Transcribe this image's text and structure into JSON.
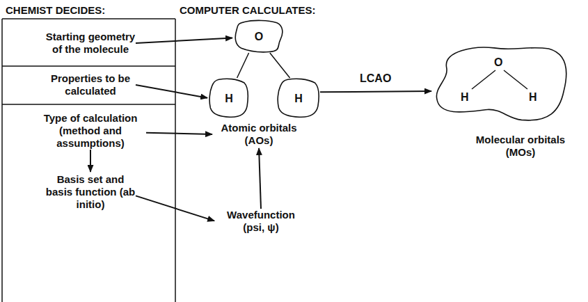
{
  "diagram": {
    "nodes": [
      {
        "text": [
          "Starting geometry of the molecule"
        ]
      },
      {
        "text": [
          "Properties to be calculated"
        ]
      },
      {
        "text": [
          "Type of calculation (method and assumptions)"
        ]
      },
      {
        "text": [
          "Basis set and basis function (ab initio)"
        ]
      },
      {
        "text": [
          "O"
        ]
      },
      {
        "text": [
          "H"
        ]
      },
      {
        "text": [
          "H"
        ]
      },
      {
        "text": [
          "Atomic orbitals (AOs)"
        ]
      },
      {
        "text": [
          "Wavefunction (psi, ψ)"
        ]
      },
      {
        "text": [
          "O",
          "H",
          "H"
        ]
      },
      {
        "text": [
          "Molecular orbitals (MOs)"
        ]
      }
    ],
    "edges": [
      {
        "from": 0,
        "to": 4,
        "arrow": "to"
      },
      {
        "from": 1,
        "to": 5,
        "arrow": "to"
      },
      {
        "from": 2,
        "to": 7,
        "arrow": "to"
      },
      {
        "from": 2,
        "to": 3,
        "arrow": "to"
      },
      {
        "from": 3,
        "to": 8,
        "arrow": "to"
      },
      {
        "from": 8,
        "to": 7,
        "arrow": "to"
      },
      {
        "from": 6,
        "to": 9,
        "arrow": "to",
        "label": "LCAO"
      },
      {
        "from": 4,
        "to": 5,
        "arrow": "none"
      },
      {
        "from": 4,
        "to": 6,
        "arrow": "none"
      }
    ],
    "labels": [
      "CHEMIST DECIDES:",
      "COMPUTER CALCULATES:"
    ]
  }
}
